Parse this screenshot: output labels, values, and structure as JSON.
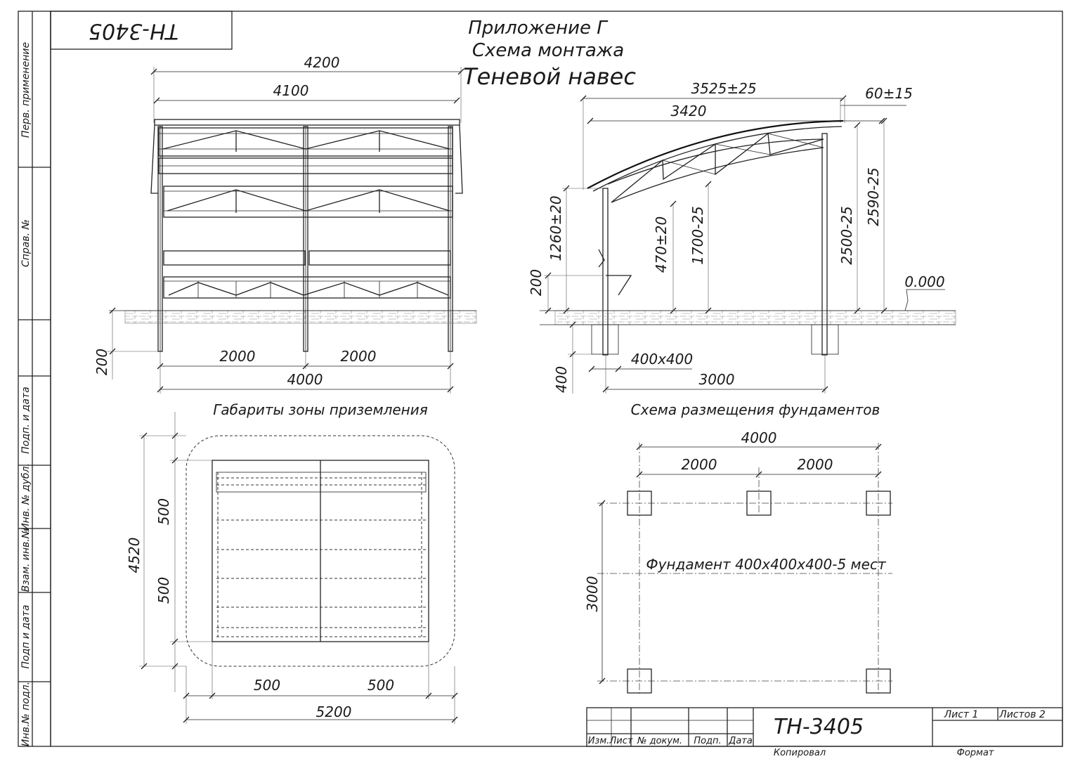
{
  "header": {
    "code_rotated": "ТН-3405",
    "annex": "Приложение Г",
    "scheme": "Схема монтажа",
    "product": "Теневой навес"
  },
  "side_margin": [
    "Перв. применение",
    "Справ. №",
    "Подп. и дата",
    "Инв. № дубл.",
    "Взам. инв.№",
    "Подп и дата",
    "Инв.№ подл."
  ],
  "front_view": {
    "dim_total": "4200",
    "dim_roof": "4100",
    "dim_span_left": "2000",
    "dim_span_right": "2000",
    "dim_base": "4000",
    "dim_depth": "200"
  },
  "side_view": {
    "dim_top": "3525±25",
    "dim_offset": "60±15",
    "dim_roof": "3420",
    "dim_1260": "1260±20",
    "dim_470": "470±20",
    "dim_1700": "1700-25",
    "dim_2500": "2500-25",
    "dim_2590": "2590-25",
    "dim_200": "200",
    "dim_400": "400",
    "level": "0.000",
    "found_size": "400x400",
    "dim_3000": "3000"
  },
  "zone": {
    "title": "Габариты зоны приземления",
    "dim_4520": "4520",
    "dim_500_top": "500",
    "dim_500_mid": "500",
    "dim_500_left": "500",
    "dim_500_right": "500",
    "dim_5200": "5200"
  },
  "foundation": {
    "title": "Схема размещения фундаментов",
    "dim_4000": "4000",
    "dim_2000_left": "2000",
    "dim_2000_right": "2000",
    "dim_3000": "3000",
    "note": "Фундамент 400х400х400-5 мест"
  },
  "title_block": {
    "code": "ТН-3405",
    "sheet": "Лист 1",
    "sheets": "Листов 2",
    "col_izm": "Изм.",
    "col_list": "Лист",
    "col_doc": "№ докум.",
    "col_sign": "Подп.",
    "col_date": "Дата",
    "copied": "Копировал",
    "format": "Формат"
  }
}
